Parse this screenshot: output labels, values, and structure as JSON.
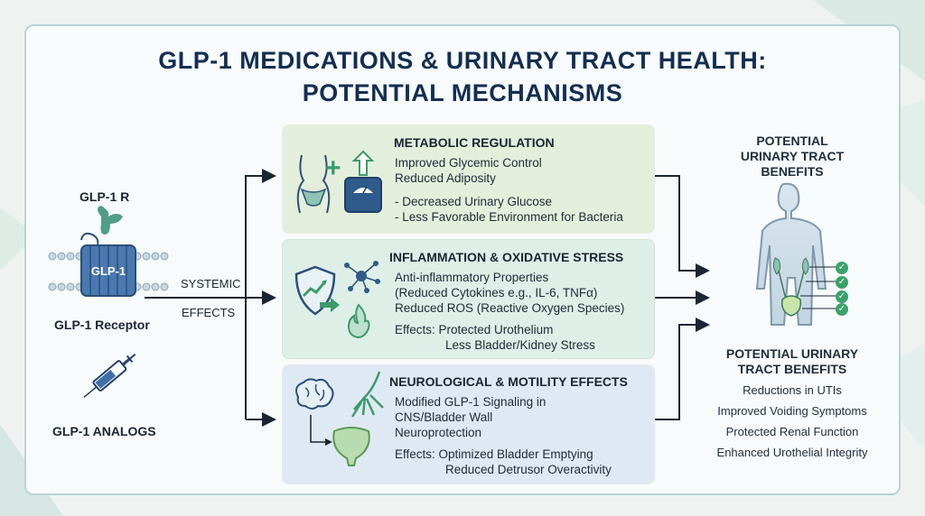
{
  "title": {
    "line1": "GLP-1 MEDICATIONS & URINARY TRACT HEALTH:",
    "line2": "POTENTIAL MECHANISMS"
  },
  "left": {
    "receptor_label": "GLP-1 R",
    "receptor_inner": "GLP-1",
    "receptor_caption": "GLP-1 Receptor",
    "analogs_caption": "GLP-1 ANALOGS",
    "systemic": "SYSTEMIC",
    "effects": "EFFECTS"
  },
  "panels": [
    {
      "title": "METABOLIC REGULATION",
      "lines": [
        "Improved Glycemic Control",
        "Reduced Adiposity"
      ],
      "bullets": [
        "- Decreased Urinary Glucose",
        "- Less Favorable Environment for Bacteria"
      ]
    },
    {
      "title": "INFLAMMATION & OXIDATIVE STRESS",
      "lines": [
        "Anti-inflammatory Properties",
        "(Reduced Cytokines e.g., IL-6, TNFα)",
        "Reduced ROS (Reactive Oxygen Species)"
      ],
      "effects": [
        "Effects: Protected Urothelium",
        "Less Bladder/Kidney Stress"
      ]
    },
    {
      "title": "NEUROLOGICAL & MOTILITY EFFECTS",
      "lines": [
        "Modified GLP-1 Signaling in",
        "CNS/Bladder Wall",
        "Neuroprotection"
      ],
      "effects": [
        "Effects: Optimized Bladder Emptying",
        "Reduced Detrusor Overactivity"
      ]
    }
  ],
  "right": {
    "top_heading": [
      "POTENTIAL",
      "URINARY TRACT",
      "BENEFITS"
    ],
    "bottom_heading": [
      "POTENTIAL URINARY",
      "TRACT BENEFITS"
    ],
    "benefits": [
      "Reductions in UTIs",
      "Improved Voiding Symptoms",
      "Protected Renal Function",
      "Enhanced Urothelial Integrity"
    ]
  },
  "colors": {
    "title": "#132e52",
    "arrow": "#1a2533",
    "check": "#3aa36a",
    "receptor_blue": "#3f6fa8",
    "receptor_green": "#4f9e86"
  },
  "icons": [
    "body-outline-icon",
    "plus-icon",
    "up-arrow-icon",
    "scale-icon",
    "shield-icon",
    "molecule-icon",
    "flame-icon",
    "brain-icon",
    "nerve-icon",
    "bladder-icon",
    "human-silhouette-icon",
    "syringe-icon",
    "check-icon"
  ]
}
